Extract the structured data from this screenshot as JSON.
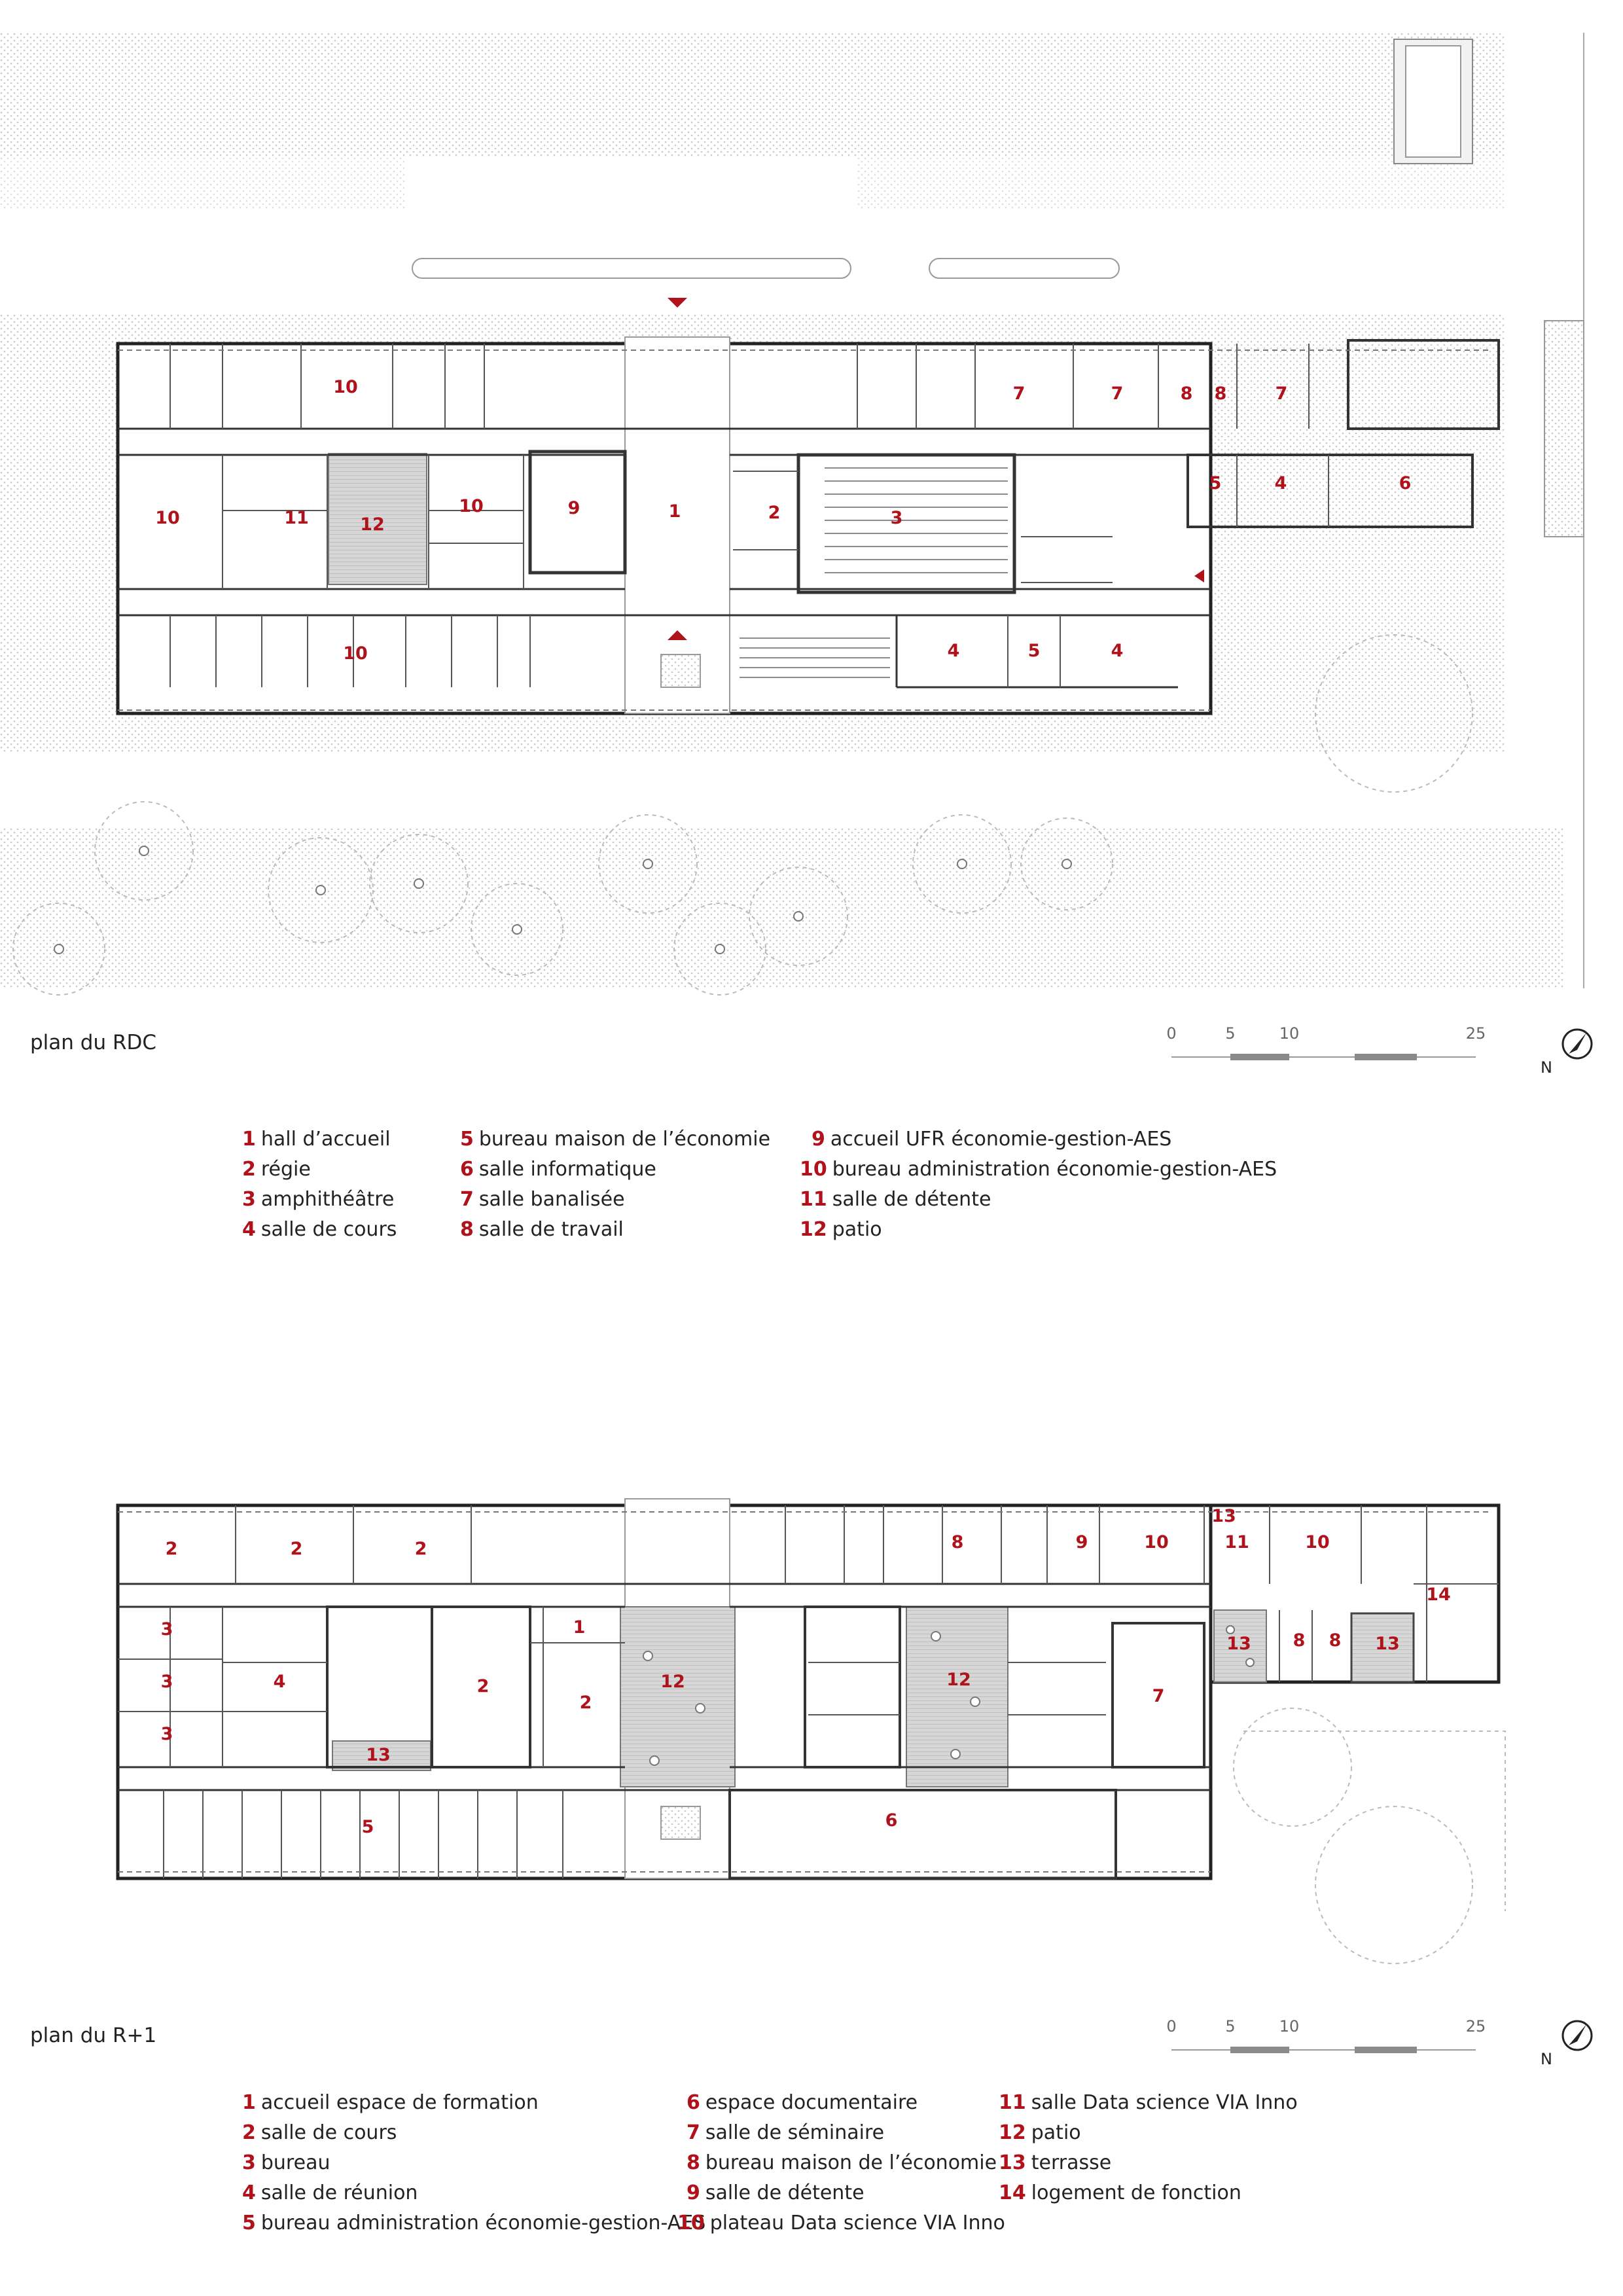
{
  "plans": [
    {
      "id": "rdc",
      "title": "plan du RDC",
      "room_labels": [
        {
          "n": "10"
        },
        {
          "n": "7"
        },
        {
          "n": "7"
        },
        {
          "n": "8"
        },
        {
          "n": "8"
        },
        {
          "n": "7"
        },
        {
          "n": "10"
        },
        {
          "n": "11"
        },
        {
          "n": "12"
        },
        {
          "n": "10"
        },
        {
          "n": "9"
        },
        {
          "n": "1"
        },
        {
          "n": "2"
        },
        {
          "n": "3"
        },
        {
          "n": "5"
        },
        {
          "n": "4"
        },
        {
          "n": "6"
        },
        {
          "n": "10"
        },
        {
          "n": "4"
        },
        {
          "n": "5"
        },
        {
          "n": "4"
        }
      ],
      "legend": [
        {
          "n": "1",
          "label": "hall d’accueil"
        },
        {
          "n": "2",
          "label": "régie"
        },
        {
          "n": "3",
          "label": "amphithéâtre"
        },
        {
          "n": "4",
          "label": "salle de cours"
        },
        {
          "n": "5",
          "label": "bureau maison de l’économie"
        },
        {
          "n": "6",
          "label": "salle informatique"
        },
        {
          "n": "7",
          "label": "salle banalisée"
        },
        {
          "n": "8",
          "label": "salle de travail"
        },
        {
          "n": "9",
          "label": "accueil UFR économie-gestion-AES"
        },
        {
          "n": "10",
          "label": "bureau administration économie-gestion-AES"
        },
        {
          "n": "11",
          "label": "salle de détente"
        },
        {
          "n": "12",
          "label": "patio"
        }
      ]
    },
    {
      "id": "r1",
      "title": "plan du R+1",
      "room_labels": [
        {
          "n": "2"
        },
        {
          "n": "2"
        },
        {
          "n": "2"
        },
        {
          "n": "8"
        },
        {
          "n": "9"
        },
        {
          "n": "10"
        },
        {
          "n": "13"
        },
        {
          "n": "11"
        },
        {
          "n": "10"
        },
        {
          "n": "3"
        },
        {
          "n": "3"
        },
        {
          "n": "3"
        },
        {
          "n": "4"
        },
        {
          "n": "2"
        },
        {
          "n": "1"
        },
        {
          "n": "2"
        },
        {
          "n": "12"
        },
        {
          "n": "12"
        },
        {
          "n": "7"
        },
        {
          "n": "13"
        },
        {
          "n": "8"
        },
        {
          "n": "8"
        },
        {
          "n": "13"
        },
        {
          "n": "14"
        },
        {
          "n": "13"
        },
        {
          "n": "5"
        },
        {
          "n": "6"
        }
      ],
      "legend": [
        {
          "n": "1",
          "label": "accueil espace de formation"
        },
        {
          "n": "2",
          "label": "salle de cours"
        },
        {
          "n": "3",
          "label": "bureau"
        },
        {
          "n": "4",
          "label": "salle de réunion"
        },
        {
          "n": "5",
          "label": "bureau administration économie-gestion-AES"
        },
        {
          "n": "6",
          "label": "espace documentaire"
        },
        {
          "n": "7",
          "label": "salle de séminaire"
        },
        {
          "n": "8",
          "label": "bureau maison de l’économie"
        },
        {
          "n": "9",
          "label": "salle de détente"
        },
        {
          "n": "10",
          "label": "plateau Data science VIA Inno"
        },
        {
          "n": "11",
          "label": "salle Data science VIA Inno"
        },
        {
          "n": "12",
          "label": "patio"
        },
        {
          "n": "13",
          "label": "terrasse"
        },
        {
          "n": "14",
          "label": "logement de fonction"
        }
      ]
    }
  ],
  "scale_ticks": [
    "0",
    "5",
    "10",
    "25"
  ],
  "north_label": "N",
  "colors": {
    "accent": "#b0121b",
    "wall": "#222222",
    "stipple": "#d8d8d8",
    "patio": "#c9c9c9",
    "scale_bar": "#8a8a8a"
  }
}
